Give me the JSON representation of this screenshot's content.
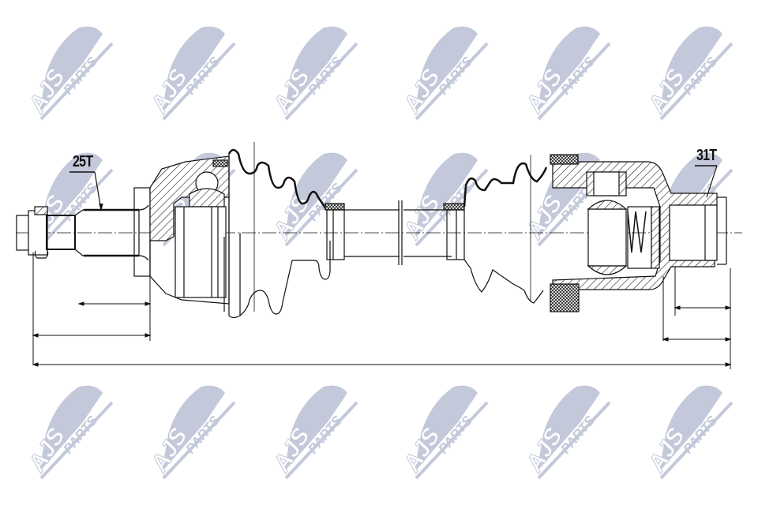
{
  "diagram": {
    "subject": "CV drive shaft (half axle) technical drawing",
    "labels": {
      "outer_spline": "25T",
      "inner_spline": "31T"
    },
    "watermark": {
      "text_main": "AJS",
      "text_sub": "PARTS",
      "color": "#c3c9da",
      "rows": 3,
      "columns": 6
    },
    "colors": {
      "line": "#111111",
      "background": "#ffffff",
      "watermark": "#c3c9da"
    }
  }
}
